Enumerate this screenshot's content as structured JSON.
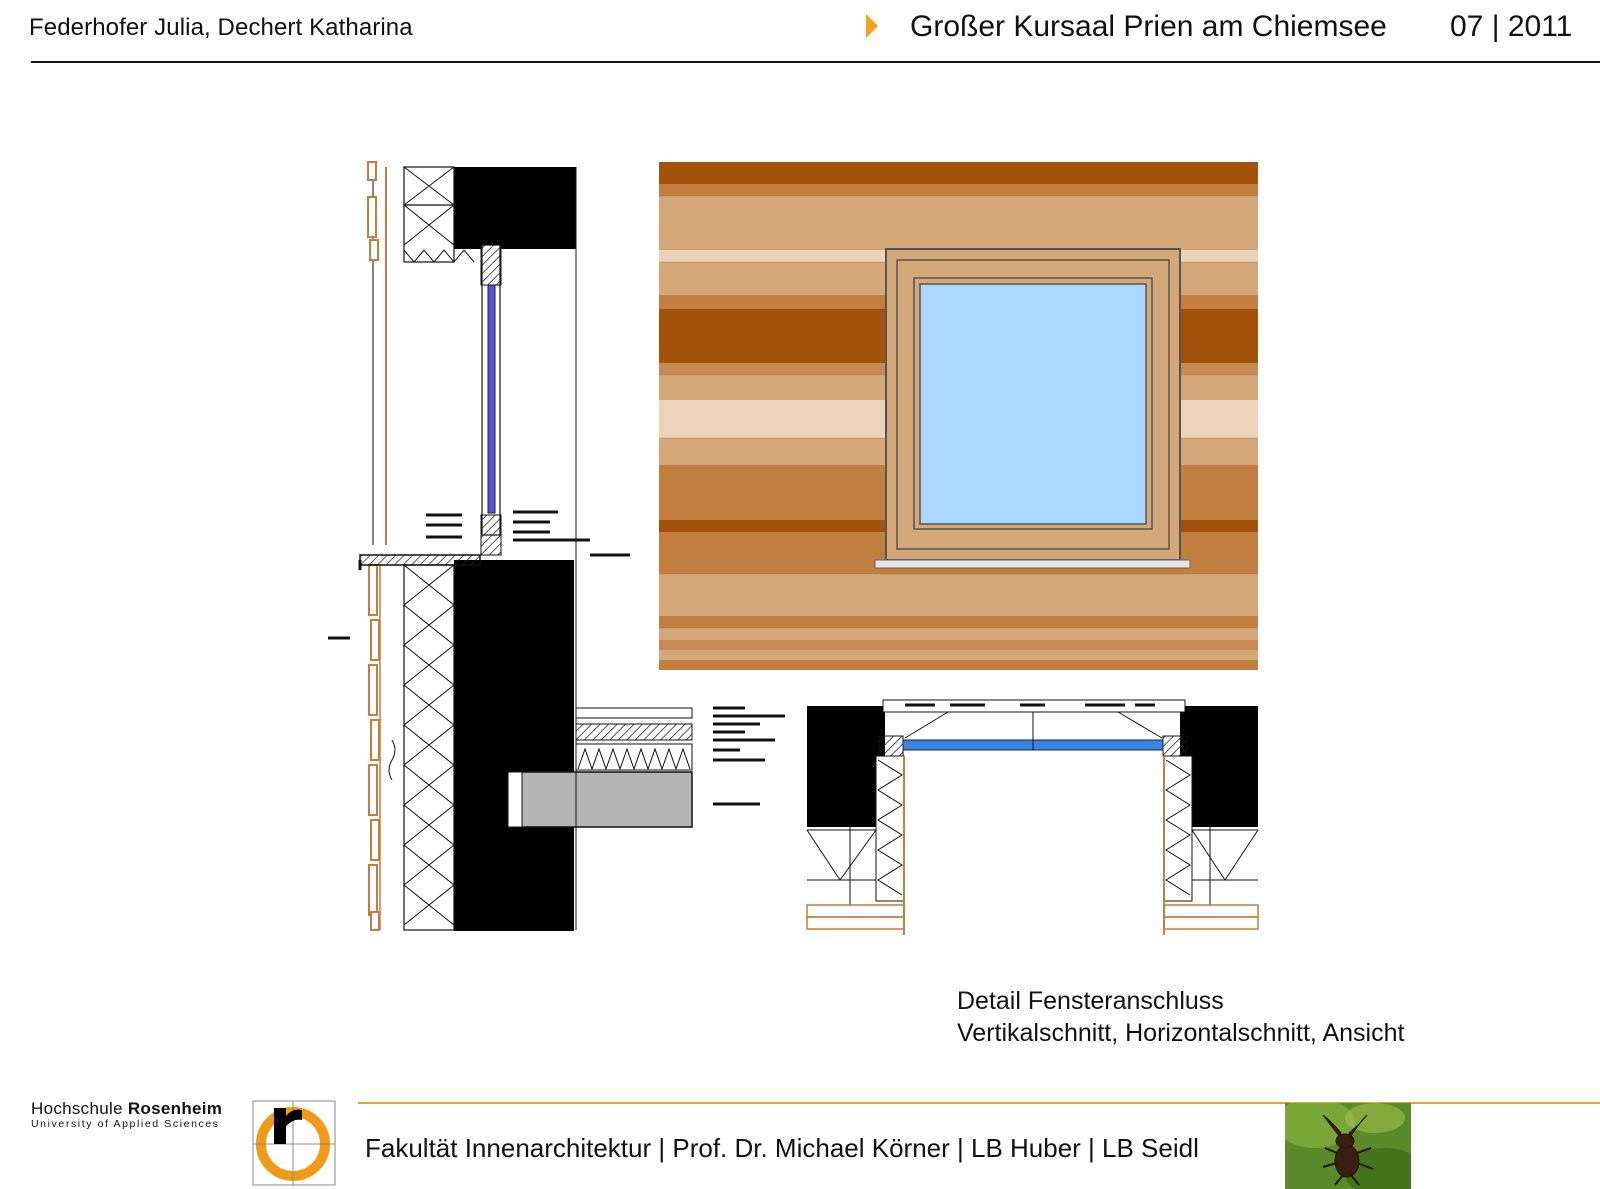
{
  "header": {
    "authors": "Federhofer Julia, Dechert Katharina",
    "title": "Großer Kursaal Prien am Chiemsee",
    "date": "07 | 2011",
    "arrow_icon": "orange-triangle-right-icon",
    "accent_color": "#f5a01e"
  },
  "drawings": {
    "vertical_section": "vertical-section-drawing",
    "horizontal_section": "horizontal-section-drawing",
    "elevation": "elevation-drawing"
  },
  "caption": {
    "line1": "Detail Fensteranschluss",
    "line2": "Vertikalschnitt, Horizontalschnitt, Ansicht"
  },
  "footer": {
    "university_prefix": "Hochschule ",
    "university_bold": "Rosenheim",
    "university_sub": "University of Applied Sciences",
    "faculty_line": "Fakultät Innenarchitektur | Prof. Dr. Michael Körner | LB Huber | LB Seidl",
    "rule_color": "#f0a02a",
    "logo_icon": "hochschule-rosenheim-logo",
    "photo": "stag-beetle-photo"
  }
}
